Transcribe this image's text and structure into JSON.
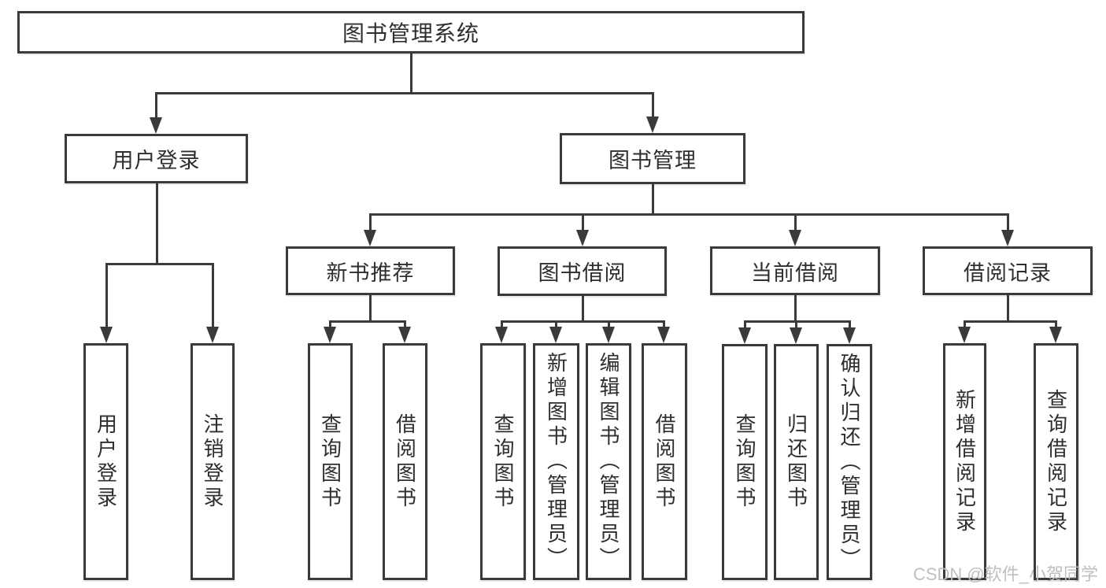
{
  "diagram": {
    "root": {
      "label": "图书管理系统"
    },
    "branches": [
      {
        "label": "用户登录",
        "children": [
          {
            "label": "用户登录"
          },
          {
            "label": "注销登录"
          }
        ]
      },
      {
        "label": "图书管理",
        "children": [
          {
            "label": "新书推荐",
            "children": [
              {
                "label": "查询图书"
              },
              {
                "label": "借阅图书"
              }
            ]
          },
          {
            "label": "图书借阅",
            "children": [
              {
                "label": "查询图书"
              },
              {
                "label": "新增图书（管理员）"
              },
              {
                "label": "编辑图书（管理员）"
              },
              {
                "label": "借阅图书"
              }
            ]
          },
          {
            "label": "当前借阅",
            "children": [
              {
                "label": "查询图书"
              },
              {
                "label": "归还图书"
              },
              {
                "label": "确认归还（管理员）"
              }
            ]
          },
          {
            "label": "借阅记录",
            "children": [
              {
                "label": "新增借阅记录"
              },
              {
                "label": "查询借阅记录"
              }
            ]
          }
        ]
      }
    ]
  },
  "watermark": {
    "text": "CSDN @软件_小贺同学"
  },
  "colors": {
    "line": "#3a3a3a",
    "text": "#2e2e2e",
    "watermark": "#bdbfc1",
    "background": "#ffffff"
  }
}
